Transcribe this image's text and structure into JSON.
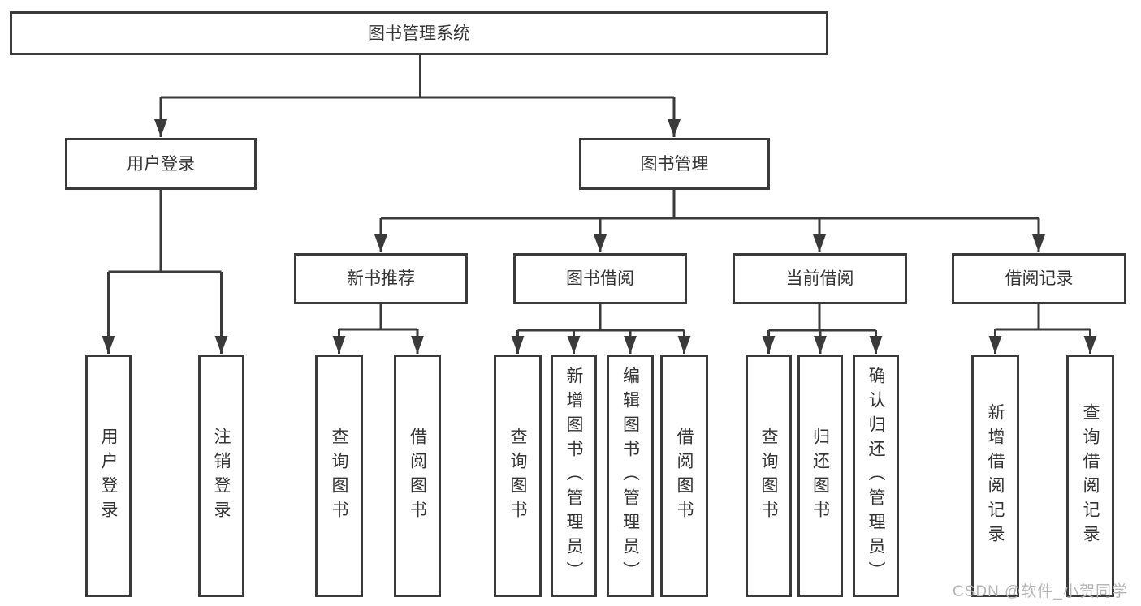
{
  "diagram": {
    "root": "图书管理系统",
    "level2": {
      "user_login": "用户登录",
      "book_management": "图书管理"
    },
    "level3": {
      "new_book_recommend": "新书推荐",
      "book_borrow": "图书借阅",
      "current_borrow": "当前借阅",
      "borrow_records": "借阅记录"
    },
    "leaves": {
      "user_login": [
        "用户登录",
        "注销登录"
      ],
      "new_book_recommend": [
        "查询图书",
        "借阅图书"
      ],
      "book_borrow": [
        "查询图书",
        "新增图书（管理员）",
        "编辑图书（管理员）",
        "借阅图书"
      ],
      "current_borrow": [
        "查询图书",
        "归还图书",
        "确认归还（管理员）"
      ],
      "borrow_records": [
        "新增借阅记录",
        "查询借阅记录"
      ]
    }
  },
  "watermark": "CSDN @软件_小贺同学",
  "colors": {
    "line": "#3a3a3a",
    "text": "#333333",
    "watermark": "#b5b5b5",
    "background": "#ffffff"
  }
}
